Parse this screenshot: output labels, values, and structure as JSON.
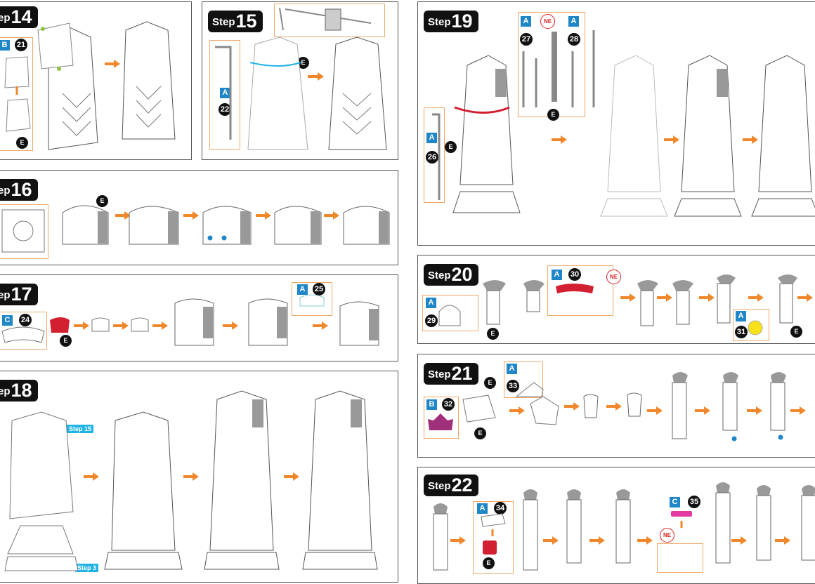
{
  "step_word": "Step",
  "partial_word": "ep",
  "steps": {
    "s14": "14",
    "s15": "15",
    "s16": "16",
    "s17": "17",
    "s18": "18",
    "s19": "19",
    "s20": "20",
    "s21": "21",
    "s22": "22"
  },
  "parts": {
    "p21": {
      "sheet": "B",
      "num": "21"
    },
    "p22": {
      "sheet": "A",
      "num": "22"
    },
    "p24": {
      "sheet": "C",
      "num": "24"
    },
    "p25": {
      "sheet": "A",
      "num": "25"
    },
    "p26": {
      "sheet": "A",
      "num": "26"
    },
    "p27": {
      "sheet": "A",
      "num": "27"
    },
    "p28": {
      "sheet": "A",
      "num": "28"
    },
    "p29": {
      "sheet": "A",
      "num": "29"
    },
    "p30": {
      "sheet": "A",
      "num": "30"
    },
    "p31": {
      "sheet": "A",
      "num": "31"
    },
    "p32": {
      "sheet": "B",
      "num": "32"
    },
    "p33": {
      "sheet": "A",
      "num": "33"
    },
    "p34": {
      "sheet": "A",
      "num": "34"
    },
    "p35": {
      "sheet": "C",
      "num": "35"
    }
  },
  "badges": {
    "e": "E",
    "ne": "NE"
  },
  "refs": {
    "step15": "Step 15",
    "step3": "Step 3"
  },
  "colors": {
    "arrow": "#f0872a",
    "sheet": "#1f86c8",
    "box": "#f0a868",
    "accent_red": "#d22030",
    "magenta": "#e23aa0",
    "yellow": "#f7e21a",
    "purple": "#a0307a"
  }
}
